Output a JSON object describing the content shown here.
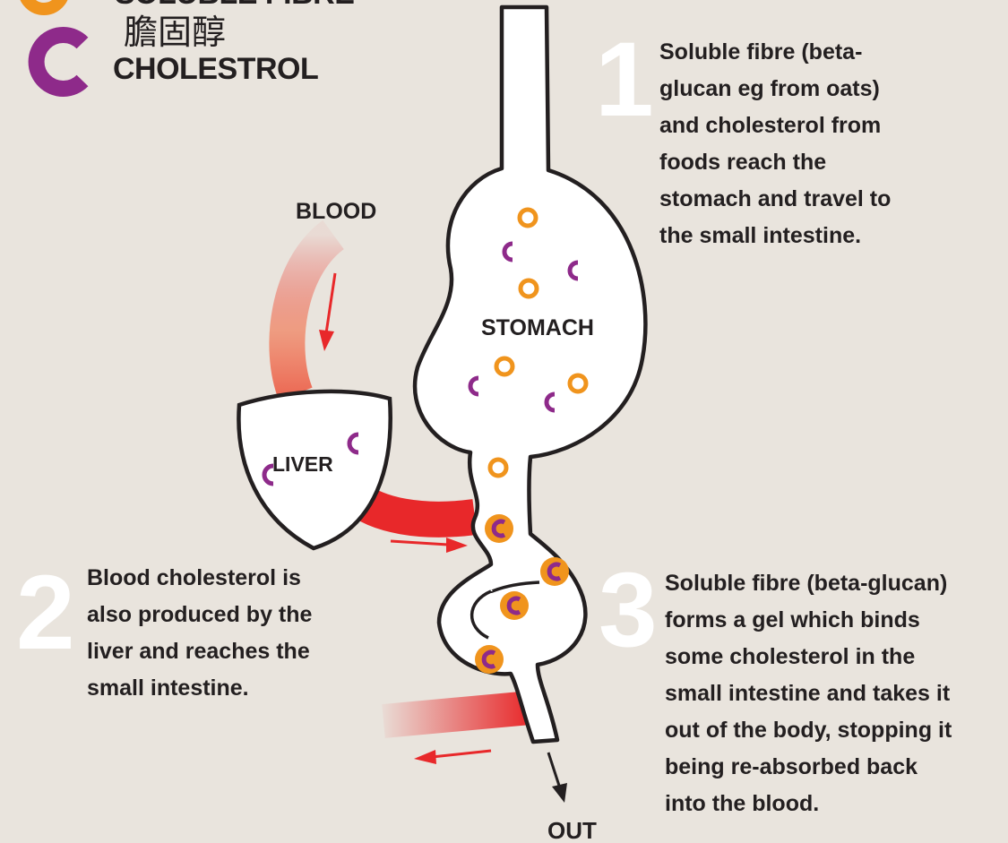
{
  "legend": {
    "soluble_fibre_label": "SOLUBLE FIBRE",
    "cholesterol_chinese": "膽固醇",
    "cholesterol_label": "CHOLESTROL"
  },
  "labels": {
    "blood": "BLOOD",
    "stomach": "STOMACH",
    "liver": "LIVER",
    "out": "OUT"
  },
  "steps": [
    {
      "number": "1",
      "text": "Soluble fibre (beta-\nglucan eg from oats)\nand cholesterol from\nfoods reach the\nstomach and travel to\nthe small intestine."
    },
    {
      "number": "2",
      "text": "Blood cholesterol is\nalso produced by the\nliver and reaches the\nsmall intestine."
    },
    {
      "number": "3",
      "text": "Soluble fibre (beta-glucan)\nforms a gel which binds\nsome cholesterol in the\nsmall intestine and takes it\nout of the body, stopping it\nbeing re-absorbed back\ninto the blood."
    }
  ],
  "colors": {
    "background": "#e9e4dd",
    "fibre_orange": "#f0941d",
    "cholesterol_purple": "#8e2a8a",
    "blood_red": "#e8282a",
    "outline": "#231f20"
  }
}
